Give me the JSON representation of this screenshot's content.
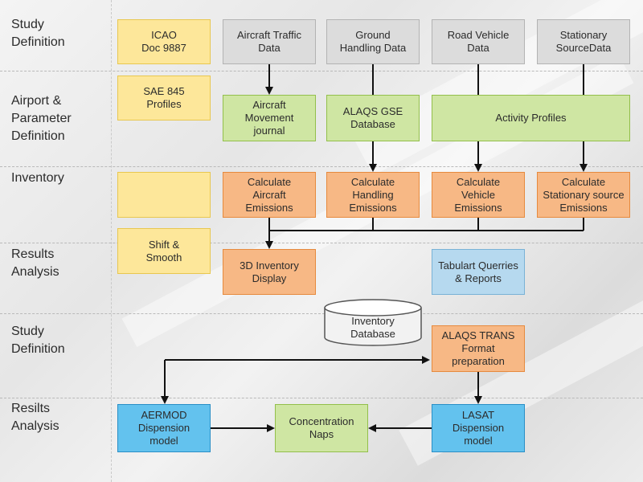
{
  "stages": [
    {
      "id": "study1",
      "label": "Study\nDefinition"
    },
    {
      "id": "airport",
      "label": "Airport &\nParameter\nDefinition"
    },
    {
      "id": "inventory",
      "label": "Inventory"
    },
    {
      "id": "results1",
      "label": "Results\nAnalysis"
    },
    {
      "id": "study2",
      "label": "Study\nDefinition"
    },
    {
      "id": "results2",
      "label": "Resilts\nAnalysis"
    }
  ],
  "boxes": {
    "icao": "ICAO\nDoc 9887",
    "aircraft_traffic": "Aircraft Traffic\nData",
    "ground_handling": "Ground\nHandling Data",
    "road_vehicle": "Road Vehicle\nData",
    "stationary_source": "Stationary\nSourceData",
    "sae": "SAE 845\nProfiles",
    "aircraft_movement": "Aircraft\nMovement\njournal",
    "alaqs_gse": "ALAQS GSE\nDatabase",
    "activity_profiles": "Activity Profiles",
    "inventory_blank": "",
    "calc_aircraft": "Calculate\nAircraft\nEmissions",
    "calc_handling": "Calculate\nHandling\nEmissions",
    "calc_vehicle": "Calculate\nVehicle\nEmissions",
    "calc_stationary": "Calculate\nStationary source\nEmissions",
    "shift_smooth": "Shift &\nSmooth",
    "display_3d": "3D Inventory\nDisplay",
    "tabular": "Tabulart Querries\n& Reports",
    "inventory_db": "Inventory\nDatabase",
    "alaqs_trans": "ALAQS TRANS\nFormat\npreparation",
    "aermod": "AERMOD\nDispension\nmodel",
    "concentration": "Concentration\nNaps",
    "lasat": "LASAT\nDispension\nmodel"
  },
  "colors": {
    "yellow": "#fde79a",
    "gray": "#dcdcdc",
    "green": "#cfe6a3",
    "orange": "#f7b885",
    "light_blue": "#b6d9ef",
    "blue": "#63c2ee",
    "arrow": "#111111"
  }
}
